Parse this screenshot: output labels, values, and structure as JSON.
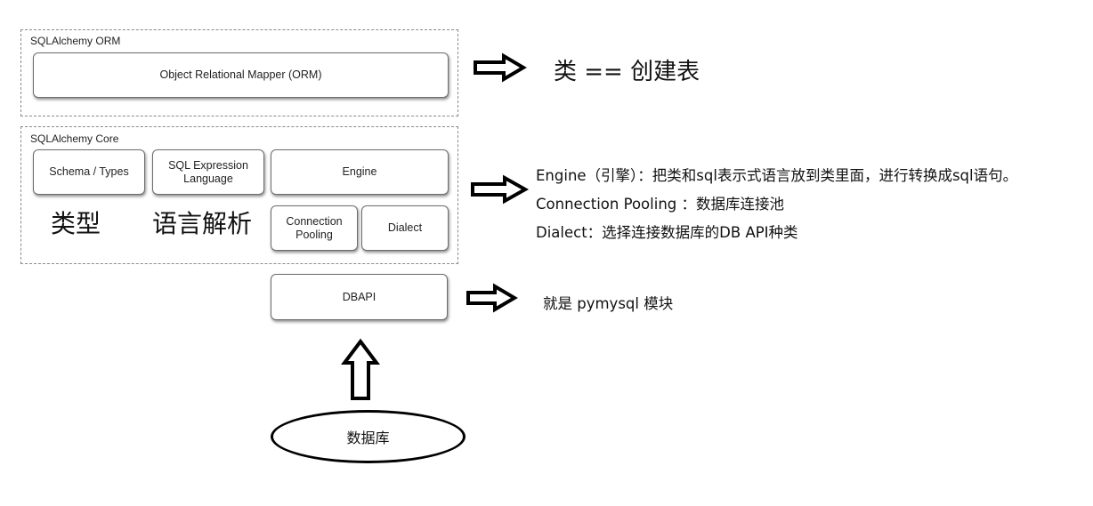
{
  "orm_group": {
    "title": "SQLAlchemy ORM",
    "orm_box": "Object Relational Mapper (ORM)"
  },
  "core_group": {
    "title": "SQLAlchemy Core",
    "schema_box": "Schema / Types",
    "sql_expr_box": "SQL Expression\nLanguage",
    "engine_box": "Engine",
    "pooling_box": "Connection\nPooling",
    "dialect_box": "Dialect"
  },
  "dbapi_box": "DBAPI",
  "database_label": "数据库",
  "annotations": {
    "types_label": "类型",
    "language_label": "语言解析",
    "orm_note": "类 == 创建表",
    "engine_note": "Engine（引擎）：把类和sql表示式语言放到类里面，进行转换成sql语句。",
    "pooling_note": "Connection Pooling ：数据库连接池",
    "dialect_note": "Dialect：选择连接数据库的DB API种类",
    "dbapi_note": "就是 pymysql 模块"
  }
}
